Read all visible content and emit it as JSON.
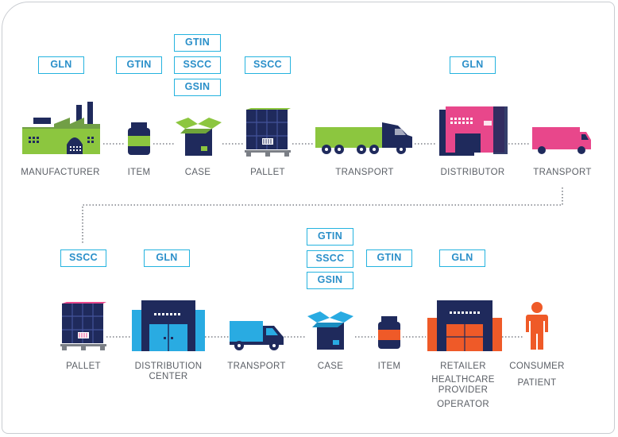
{
  "row1": {
    "tags": {
      "gln_1": "GLN",
      "gtin_1": "GTIN",
      "gtin_2": "GTIN",
      "sscc_1": "SSCC",
      "gsin_1": "GSIN",
      "sscc_2": "SSCC",
      "gln_2": "GLN"
    },
    "labels": {
      "manufacturer": "MANUFACTURER",
      "item": "ITEM",
      "case": "CASE",
      "pallet": "PALLET",
      "transport_1": "TRANSPORT",
      "distributor": "DISTRIBUTOR",
      "transport_2": "TRANSPORT"
    }
  },
  "row2": {
    "tags": {
      "sscc_1": "SSCC",
      "gln_1": "GLN",
      "gtin_1": "GTIN",
      "sscc_2": "SSCC",
      "gsin_1": "GSIN",
      "gtin_2": "GTIN",
      "gln_2": "GLN"
    },
    "labels": {
      "pallet": "PALLET",
      "distribution_center_line1": "DISTRIBUTION",
      "distribution_center_line2": "CENTER",
      "transport": "TRANSPORT",
      "case": "CASE",
      "item": "ITEM",
      "retailer_line1": "RETAILER",
      "retailer_line2": "HEALTHCARE",
      "retailer_line3": "PROVIDER",
      "retailer_line4": "OPERATOR",
      "consumer_line1": "CONSUMER",
      "consumer_line2": "PATIENT"
    }
  },
  "colors": {
    "tag_border": "#25b3df",
    "tag_text": "#2a8fc9",
    "navy": "#1f2a5c",
    "green": "#8cc63f",
    "pink": "#e8478b",
    "blue": "#29abe2",
    "orange": "#ef5a28"
  },
  "icons": [
    "factory-icon",
    "jar-icon",
    "box-icon",
    "pallet-icon",
    "truck-icon",
    "warehouse-icon",
    "van-icon",
    "person-icon"
  ]
}
